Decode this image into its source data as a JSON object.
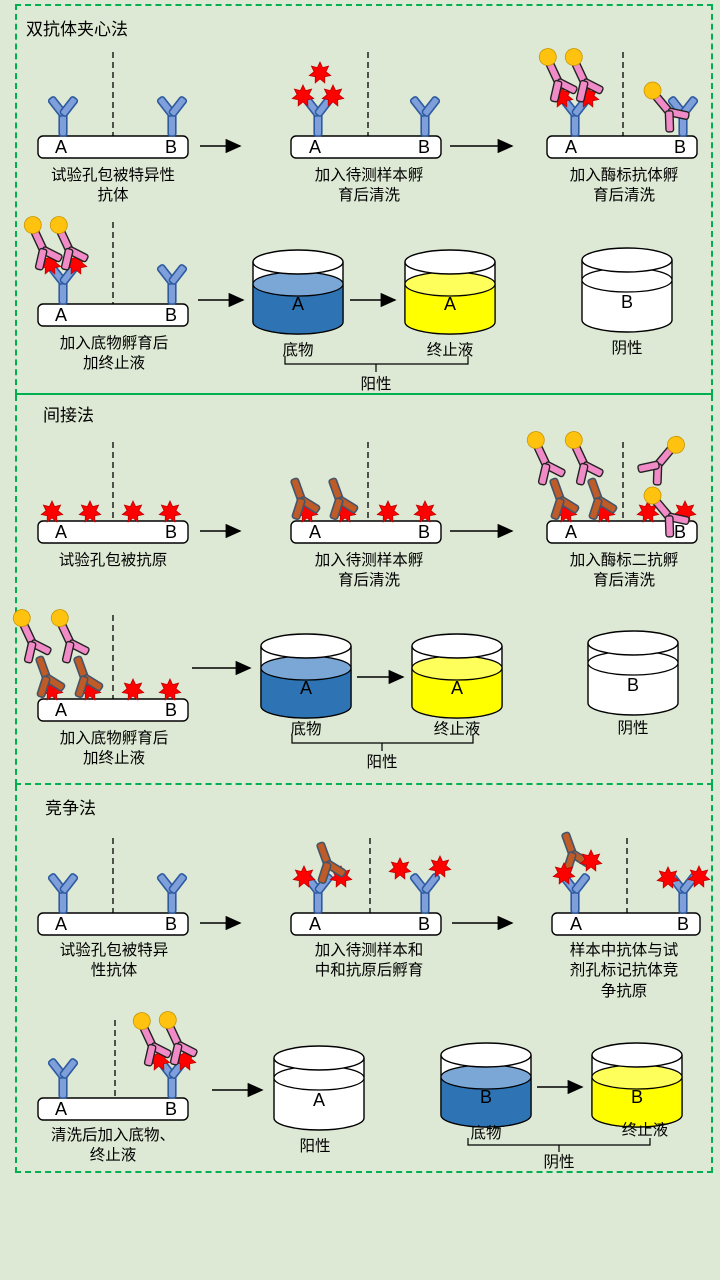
{
  "page": {
    "background": "#dde9d4",
    "border_color": "#00b050"
  },
  "labels": {
    "well_a": "A",
    "well_b": "B",
    "substrate": "底物",
    "stop_solution": "终止液",
    "positive": "阳性",
    "negative": "阴性"
  },
  "icons": {
    "capture_antibody": "blue-antibody-icon",
    "sample_antibody": "brown-antibody-icon",
    "enzyme_labeled_antibody": "pink-antibody-with-enzyme-icon",
    "antigen": "red-star-icon",
    "enzyme": "yellow-circle-icon",
    "well_strip": "microplate-strip",
    "substrate_well_color": "#2e74b5",
    "stop_well_color": "#ffff00"
  },
  "sections": [
    {
      "title": "双抗体夹心法",
      "captions": [
        "试验孔包被特异性抗体",
        "加入待测样本孵育后清洗",
        "加入酶标抗体孵育后清洗",
        "加入底物孵育后加终止液"
      ]
    },
    {
      "title": "间接法",
      "captions": [
        "试验孔包被抗原",
        "加入待测样本孵育后清洗",
        "加入酶标二抗孵育后清洗",
        "加入底物孵育后加终止液"
      ]
    },
    {
      "title": "竞争法",
      "captions": [
        "试验孔包被特异性抗体",
        "加入待测样本和中和抗原后孵育",
        "样本中抗体与试剂孔标记抗体竞争抗原",
        "清洗后加入底物、终止液"
      ]
    }
  ]
}
